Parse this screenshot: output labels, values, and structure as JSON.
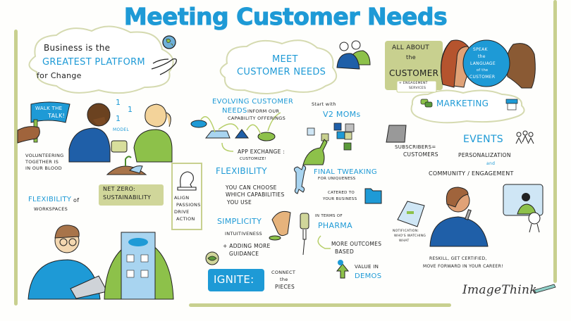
{
  "title": "Meeting Customer Needs",
  "colors": {
    "brand_blue": "#1e9ad6",
    "olive": "#c8d08f",
    "green": "#8dc14a",
    "dark_blue": "#1f5fa8"
  },
  "left": {
    "cloud": {
      "line1": "Business is the",
      "line2": "Greatest Platform",
      "line3": "for Change"
    },
    "flag": {
      "line1": "Walk the",
      "line2": "Talk!"
    },
    "model": {
      "ones": [
        "1",
        "1",
        "1"
      ],
      "label": "Model"
    },
    "volunteering": [
      "Volunteering",
      "together is",
      "in our blood"
    ],
    "net_zero": {
      "line1": "Net Zero:",
      "line2": "Sustainability"
    },
    "flexibility": {
      "word": "Flexibility",
      "of": "of",
      "line2": "Workspaces"
    },
    "align": [
      "Align",
      "Passions",
      "Drive",
      "Action"
    ]
  },
  "center": {
    "cloud": {
      "line1": "Meet",
      "line2": "Customer Needs"
    },
    "evolving": {
      "line1": "Evolving Customer",
      "line2": "Needs",
      "line2b": "inform our",
      "line3": "capability offerings"
    },
    "app_exchange": {
      "line1": "App Exchange :",
      "line2": "Customize!"
    },
    "v2moms": {
      "line1": "Start with",
      "line2": "V2 MOMs"
    },
    "flexibility": {
      "title": "Flexibility",
      "lines": [
        "You can choose",
        "which capabilities",
        "you use"
      ]
    },
    "final_tweaking": {
      "title": "Final Tweaking",
      "sub": "for uniqueness",
      "catered1": "Catered to",
      "catered2": "your business"
    },
    "simplicity": {
      "title": "Simplicity",
      "line1": "Intuitiveness",
      "line2": "+ Adding more",
      "line3": "Guidance"
    },
    "pharma": {
      "pre": "in terms of",
      "title": "Pharma",
      "out1": "More outcomes",
      "out2": "based"
    },
    "demos": {
      "line1": "Value in",
      "line2": "Demos"
    },
    "ignite": {
      "label": "Ignite:",
      "line1": "Connect",
      "line2": "the",
      "line3": "Pieces"
    }
  },
  "right": {
    "all_about": {
      "line1": "All About",
      "line2": "the",
      "line3": "Customer",
      "tag1": "+ Engagement",
      "tag2": "Services"
    },
    "speak": [
      "Speak",
      "the",
      "Language",
      "of the",
      "Customer"
    ],
    "marketing": "Marketing",
    "subscribers": {
      "line1": "Subscribers=",
      "line2": "Customers"
    },
    "events": {
      "title": "Events",
      "line1": "Personalization",
      "and": "and",
      "line2": "Community / Engagement"
    },
    "notification": [
      "Notification:",
      "who's watching",
      "what"
    ],
    "reskill": {
      "line1": "Reskill, Get Certified,",
      "line2": "Move forward in your Career!"
    }
  },
  "signature": "ImageThink"
}
